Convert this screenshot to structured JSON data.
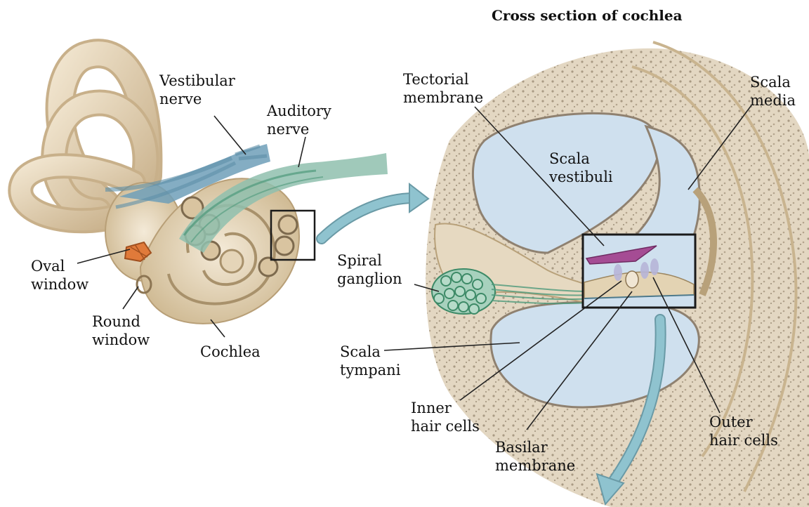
{
  "title": "Cross section of cochlea",
  "labels": {
    "vestibular_nerve": "Vestibular\nnerve",
    "auditory_nerve": "Auditory\nnerve",
    "oval_window": "Oval\nwindow",
    "round_window": "Round\nwindow",
    "cochlea": "Cochlea",
    "tectorial_membrane": "Tectorial\nmembrane",
    "scala_media": "Scala\nmedia",
    "scala_vestibuli": "Scala\nvestibuli",
    "spiral_ganglion": "Spiral\nganglion",
    "scala_tympani": "Scala\ntympani",
    "inner_hair_cells": "Inner\nhair cells",
    "basilar_membrane": "Basilar\nmembrane",
    "outer_hair_cells": "Outer\nhair cells"
  },
  "colors": {
    "bone": "#e9dcc4",
    "bone_shadow": "#c9b48f",
    "fluid": "#cfe0ee",
    "nerve_green": "#4e9a7c",
    "nerve_blue": "#5d8fa8",
    "tectorial": "#a54c94",
    "oval_window": "#e07a3a",
    "arrow": "#8fc3cf"
  }
}
